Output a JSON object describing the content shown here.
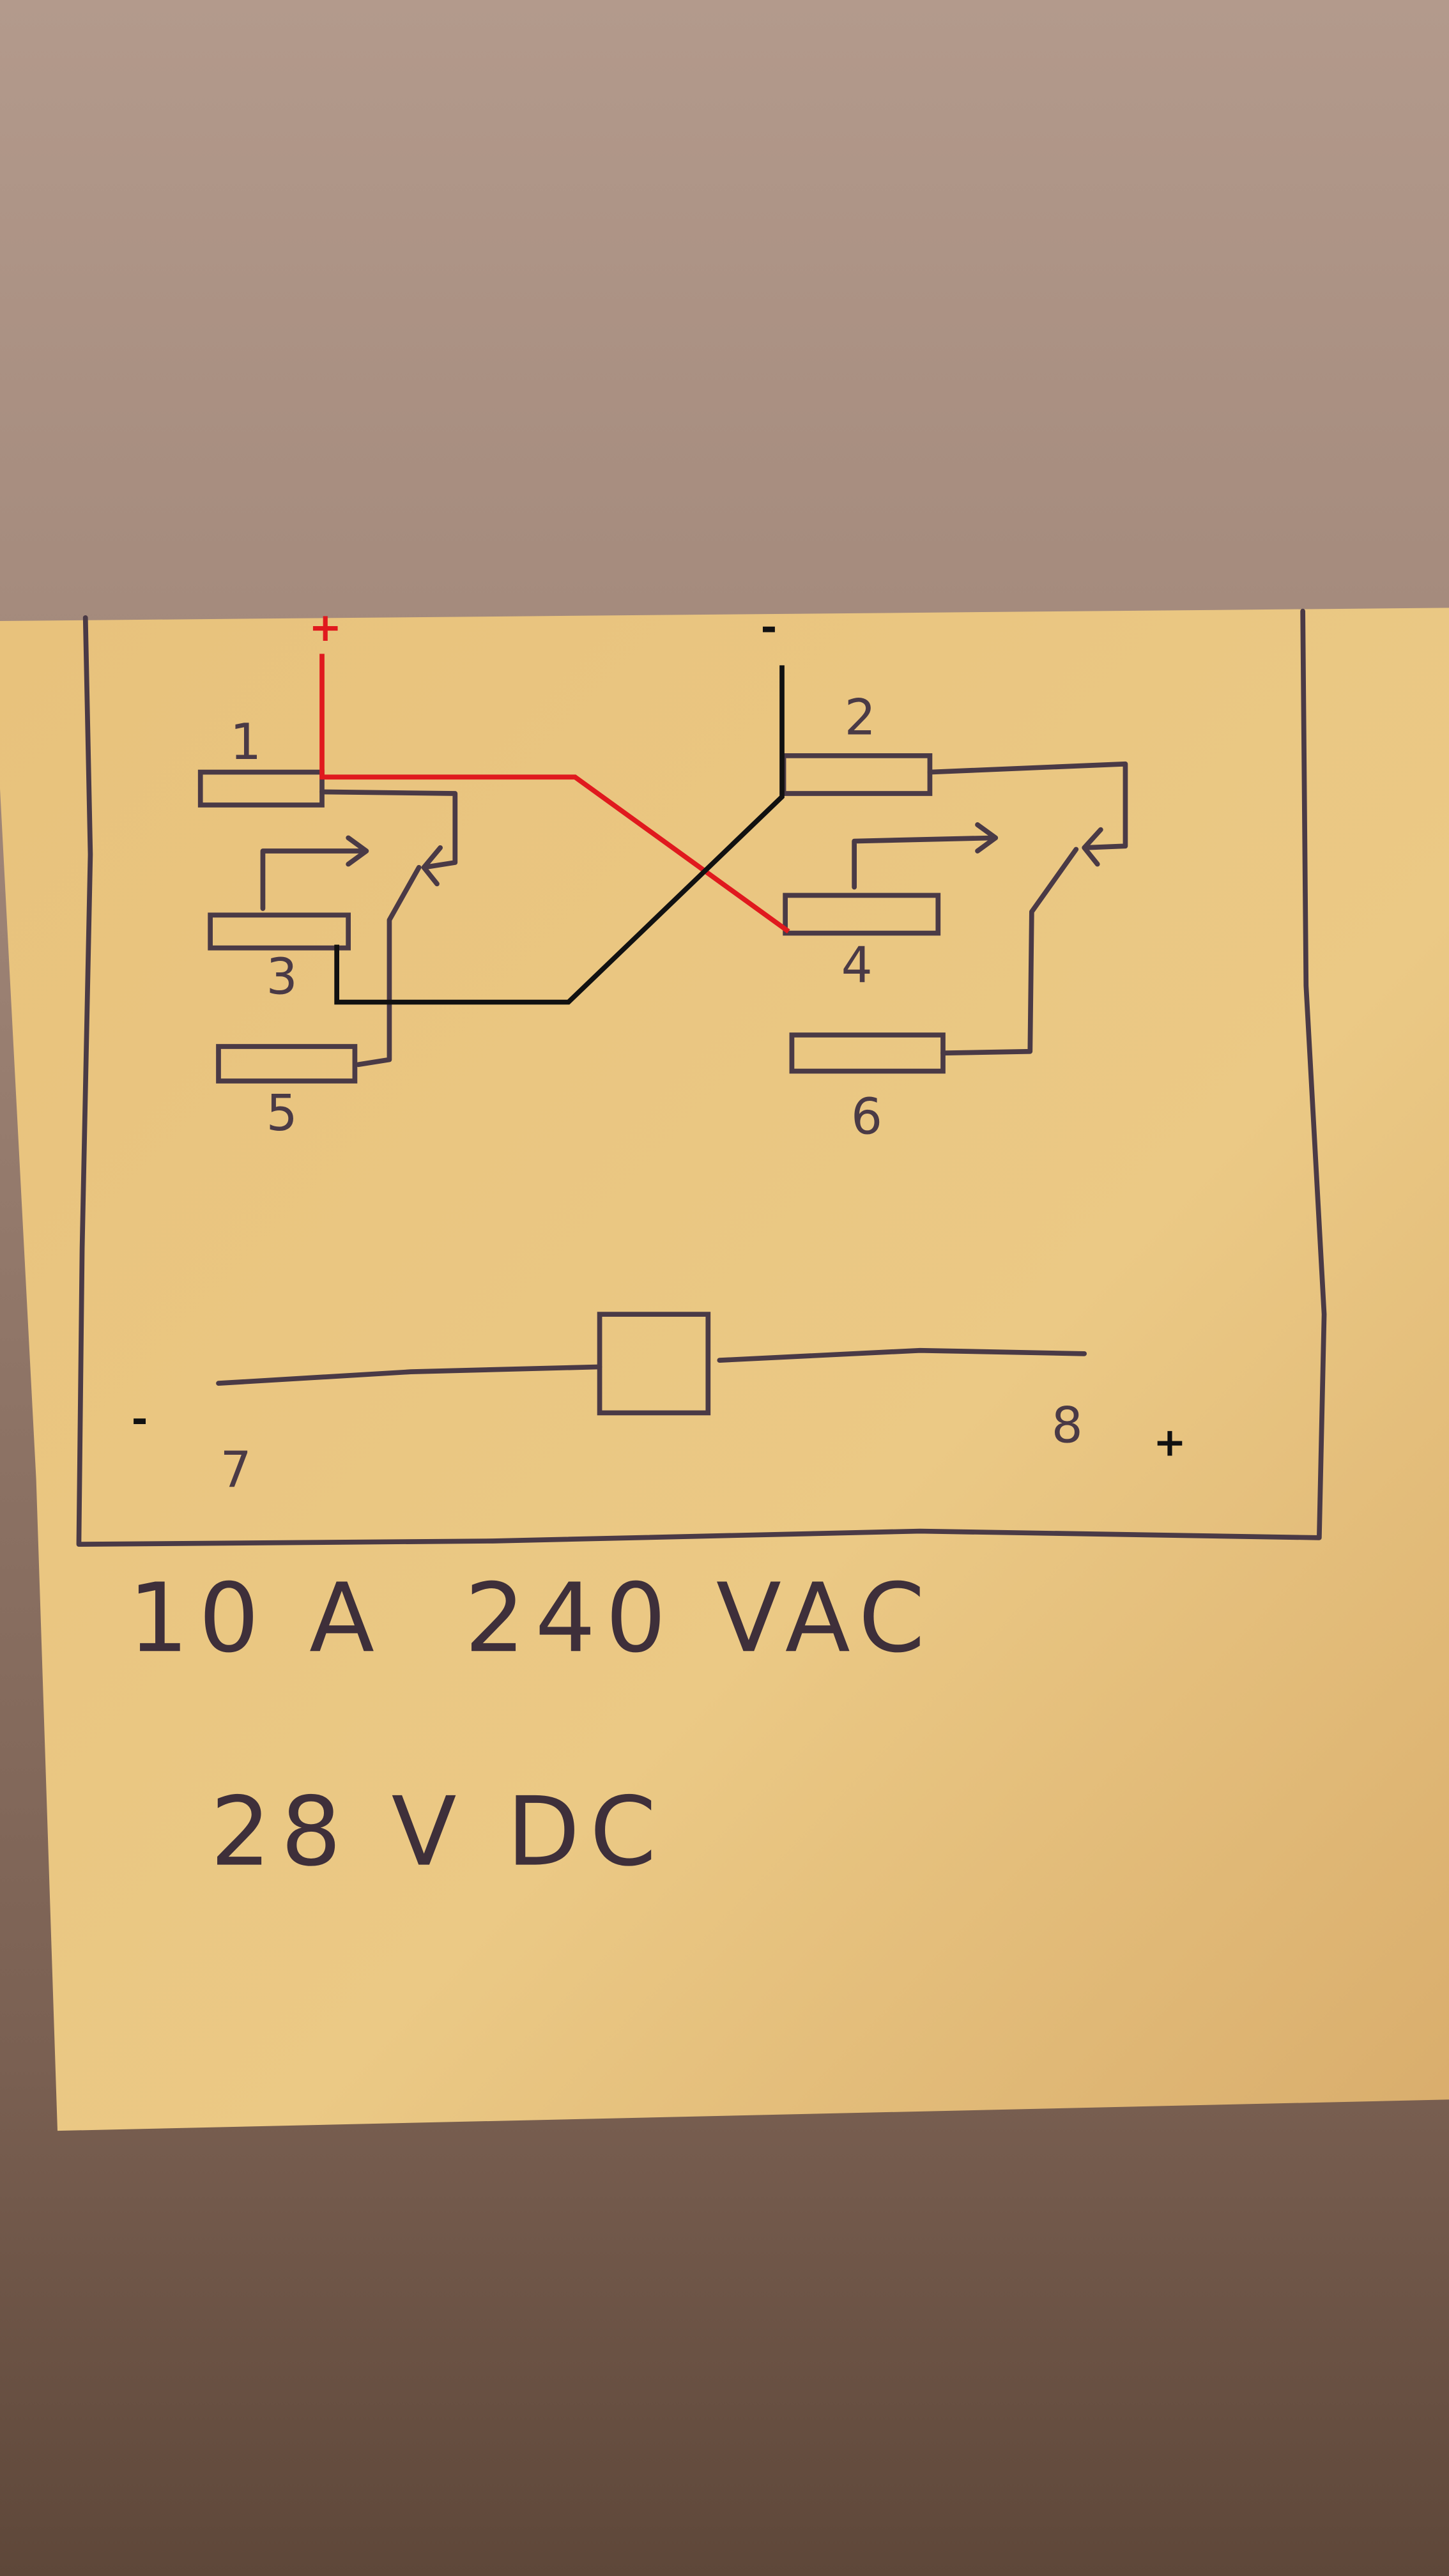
{
  "diagram": {
    "title": "Relay wiring sketch",
    "pins": {
      "p1": "1",
      "p2": "2",
      "p3": "3",
      "p4": "4",
      "p5": "5",
      "p6": "6",
      "p7": "7",
      "p8": "8"
    },
    "polarity": {
      "red_wire_top": "+",
      "black_wire_top": "-",
      "coil_left": "-",
      "coil_right": "+"
    },
    "ratings": {
      "line1": "10 A  240 VAC",
      "line2": "28 V DC"
    },
    "colors": {
      "note": "#e9c47f",
      "background": "#a48a7b",
      "ink": "#4a3a46",
      "positive_wire": "#e0191e",
      "negative_wire": "#111111"
    }
  }
}
